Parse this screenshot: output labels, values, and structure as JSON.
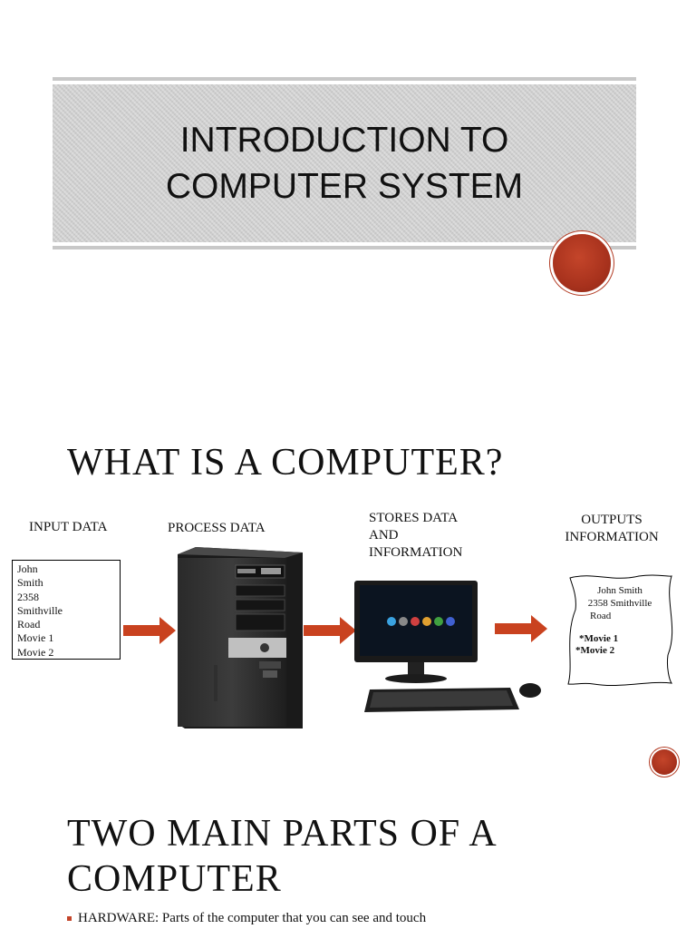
{
  "slide1": {
    "title": "INTRODUCTION TO\nCOMPUTER SYSTEM"
  },
  "slide2": {
    "heading": "WHAT IS A COMPUTER?",
    "steps": [
      {
        "label": "INPUT DATA"
      },
      {
        "label": "PROCESS DATA"
      },
      {
        "label": "STORES DATA\nAND\nINFORMATION"
      },
      {
        "label": "OUTPUTS\nINFORMATION"
      }
    ],
    "input_lines": [
      "John",
      "Smith",
      "2358",
      "Smithville",
      "Road",
      "Movie 1",
      "Movie 2"
    ],
    "output_lines": [
      "John Smith",
      "2358 Smithville",
      "Road"
    ],
    "output_movies": [
      "*Movie 1",
      "*Movie 2"
    ],
    "arrow_color": "#c9421f"
  },
  "slide3": {
    "heading": "TWO MAIN PARTS OF A\nCOMPUTER",
    "bullets": [
      {
        "text": "HARDWARE: Parts of the computer that you can see and touch"
      }
    ]
  },
  "colors": {
    "accent_red": "#b23a22",
    "banner_gray": "#d2d2d2"
  }
}
